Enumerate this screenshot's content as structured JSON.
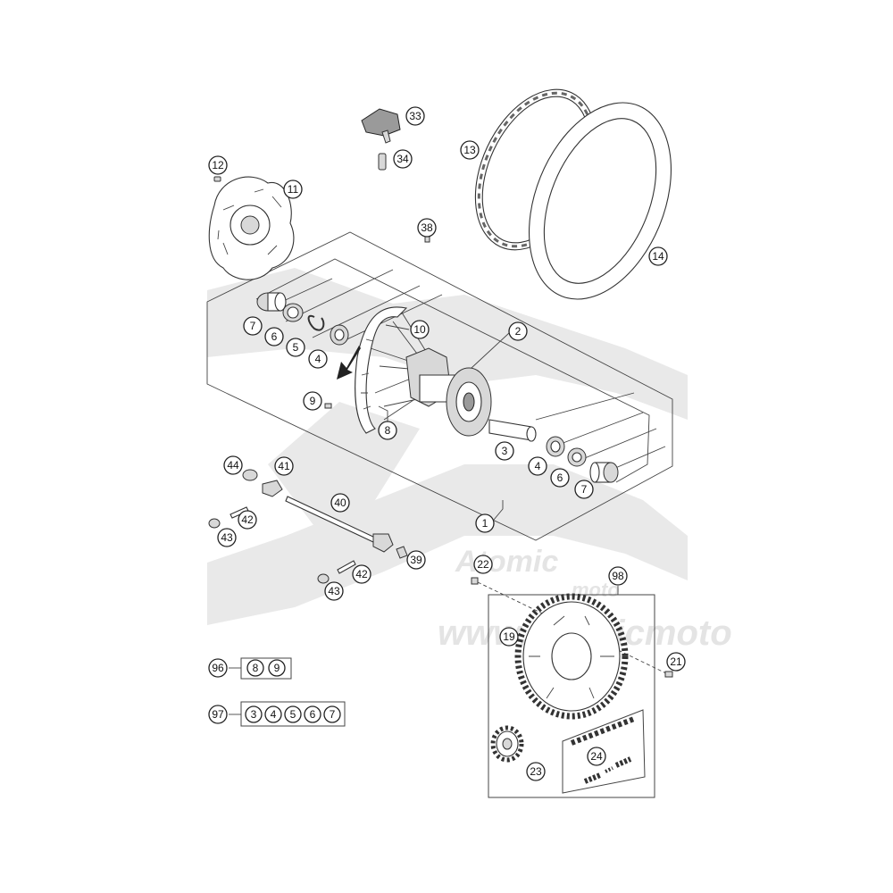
{
  "watermark": {
    "brand_line1": "Atomic",
    "brand_line2": "moto",
    "url": "www.atomicmoto"
  },
  "callouts": {
    "p1": "1",
    "p2": "2",
    "p3a": "3",
    "p4a": "4",
    "p5a": "5",
    "p6a": "6",
    "p7a": "7",
    "p4b": "4",
    "p6b": "6",
    "p7b": "7",
    "p8": "8",
    "p9": "9",
    "p10": "10",
    "p11": "11",
    "p12": "12",
    "p13": "13",
    "p14": "14",
    "p19": "19",
    "p21": "21",
    "p22": "22",
    "p23": "23",
    "p24": "24",
    "p33": "33",
    "p34": "34",
    "p38": "38",
    "p39": "39",
    "p40": "40",
    "p41": "41",
    "p42a": "42",
    "p42b": "42",
    "p43a": "43",
    "p43b": "43",
    "p44": "44",
    "p98": "98"
  },
  "kits": {
    "k96": {
      "label": "96",
      "items": [
        "8",
        "9"
      ]
    },
    "k97": {
      "label": "97",
      "items": [
        "3",
        "4",
        "5",
        "6",
        "7"
      ]
    }
  }
}
